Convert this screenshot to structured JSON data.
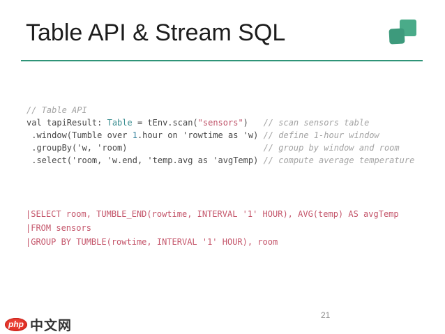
{
  "slide": {
    "title": "Table API & Stream SQL",
    "page_number": "21",
    "accent_color": "#2f9478",
    "logo": {
      "name": "overlapping-squares-logo",
      "back_square_color": "#4aab89",
      "front_square_color": "#3d9a7c"
    }
  },
  "watermark": {
    "badge_label": "php",
    "site_label": "中文网",
    "badge_color": "#dd2a20",
    "text_color": "#323232"
  },
  "colors": {
    "code": "#474747",
    "comment": "#a3a3a3",
    "type": "#3b8e91",
    "number": "#3d87a0",
    "string": "#bf5268",
    "sql": "#c4556a"
  },
  "code_blocks": [
    {
      "name": "table-api-code",
      "lines": [
        [
          {
            "t": "// Table API",
            "s": "comment"
          }
        ],
        [
          {
            "t": "val tapiResult: ",
            "s": "code"
          },
          {
            "t": "Table",
            "s": "type"
          },
          {
            "t": " = tEnv.scan(",
            "s": "code"
          },
          {
            "t": "\"sensors\"",
            "s": "string"
          },
          {
            "t": ")   ",
            "s": "code"
          },
          {
            "t": "// scan sensors table",
            "s": "comment"
          }
        ],
        [
          {
            "t": " .window(Tumble over ",
            "s": "code"
          },
          {
            "t": "1",
            "s": "number"
          },
          {
            "t": ".hour on 'rowtime as 'w) ",
            "s": "code"
          },
          {
            "t": "// define 1-hour window",
            "s": "comment"
          }
        ],
        [
          {
            "t": " .groupBy('w, 'room)                           ",
            "s": "code"
          },
          {
            "t": "// group by window and room",
            "s": "comment"
          }
        ],
        [
          {
            "t": " .select('room, 'w.end, 'temp.avg as 'avgTemp) ",
            "s": "code"
          },
          {
            "t": "// compute average temperature",
            "s": "comment"
          }
        ]
      ]
    },
    {
      "name": "stream-sql-code",
      "lines": [
        [
          {
            "t": "|SELECT room, TUMBLE_END(rowtime, INTERVAL '1' HOUR), AVG(temp) AS avgTemp",
            "s": "sql"
          }
        ],
        [
          {
            "t": "|FROM sensors",
            "s": "sql"
          }
        ],
        [
          {
            "t": "|GROUP BY TUMBLE(rowtime, INTERVAL '1' HOUR), room",
            "s": "sql"
          }
        ]
      ]
    }
  ]
}
